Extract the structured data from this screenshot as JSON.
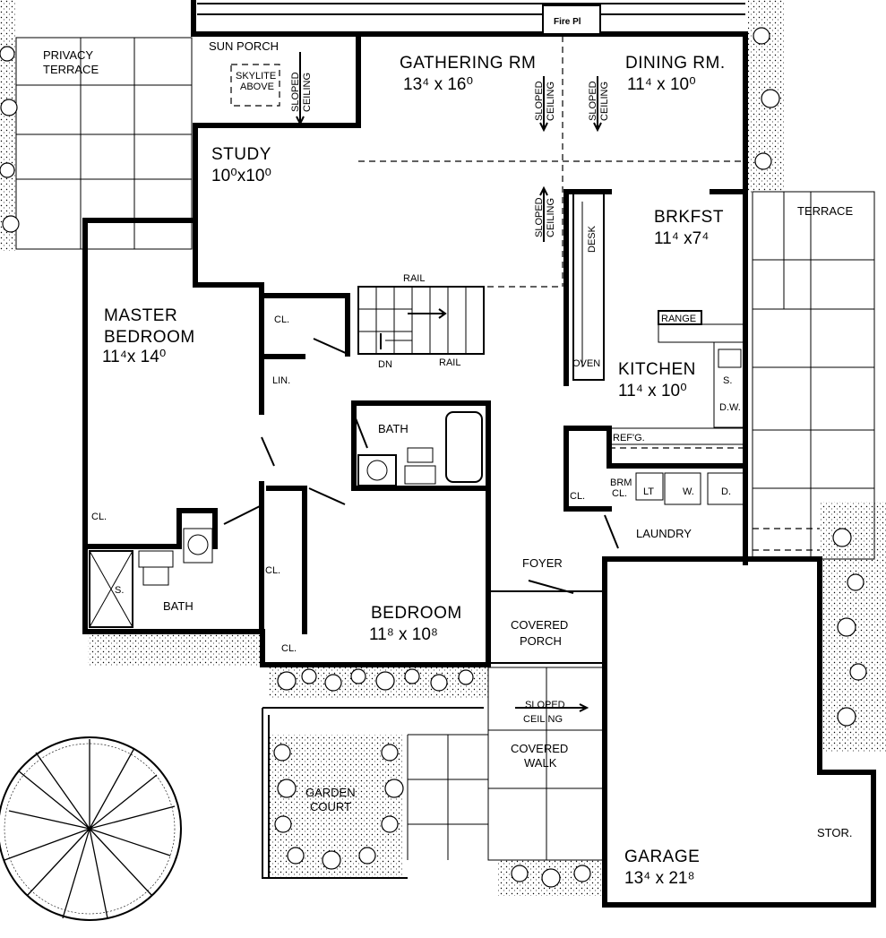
{
  "rooms": {
    "privacy_terrace": {
      "line1": "PRIVACY",
      "line2": "TERRACE"
    },
    "sun_porch": {
      "label": "SUN  PORCH",
      "skylite1": "SKYLITE",
      "skylite2": "ABOVE",
      "sloped1": "SLOPED",
      "sloped2": "CEILING"
    },
    "fireplace": {
      "label": "Fire Pl"
    },
    "gathering": {
      "label": "GATHERING RM",
      "dim": "13⁴ x 16⁰",
      "sloped1": "SLOPED",
      "sloped2": "CEILING"
    },
    "dining": {
      "label": "DINING RM.",
      "dim": "11⁴ x 10⁰",
      "sloped1": "SLOPED",
      "sloped2": "CEILING"
    },
    "study": {
      "label": "STUDY",
      "dim": "10⁰x10⁰"
    },
    "living_slope": {
      "sloped1": "SLOPED",
      "sloped2": "CEILING"
    },
    "brkfst": {
      "label": "BRKFST",
      "dim": "11⁴ x7⁴",
      "desk": "DESK"
    },
    "terrace": {
      "label": "TERRACE"
    },
    "master": {
      "line1": "MASTER",
      "line2": "BEDROOM",
      "dim": "11⁴x 14⁰"
    },
    "stairs": {
      "rail_top": "RAIL",
      "rail_bottom": "RAIL",
      "dn": "DN"
    },
    "closets": {
      "cl1": "CL.",
      "lin": "LIN.",
      "cl_master": "CL.",
      "cl_hall": "CL.",
      "cl_bed": "CL.",
      "cl_foyer": "CL.",
      "brm": "BRM",
      "brm_cl": "CL."
    },
    "kitchen": {
      "label": "KITCHEN",
      "dim": "11⁴ x 10⁰",
      "range": "RANGE",
      "oven": "OVEN",
      "sink": "S.",
      "dw": "D.W.",
      "ref": "REF'G."
    },
    "bath_hall": {
      "label": "BATH"
    },
    "bath_master": {
      "label": "BATH",
      "shower": "S."
    },
    "laundry": {
      "label": "LAUNDRY",
      "lt": "LT",
      "w": "W.",
      "d": "D."
    },
    "foyer": {
      "label": "FOYER"
    },
    "bedroom": {
      "label": "BEDROOM",
      "dim": "11⁸ x 10⁸"
    },
    "covered_porch": {
      "line1": "COVERED",
      "line2": "PORCH"
    },
    "covered_walk": {
      "sloped1": "SLOPED",
      "sloped2": "CEILING",
      "line1": "COVERED",
      "line2": "WALK"
    },
    "garden_court": {
      "line1": "GARDEN",
      "line2": "COURT"
    },
    "garage": {
      "label": "GARAGE",
      "dim": "13⁴ x 21⁸",
      "stor": "STOR."
    }
  }
}
